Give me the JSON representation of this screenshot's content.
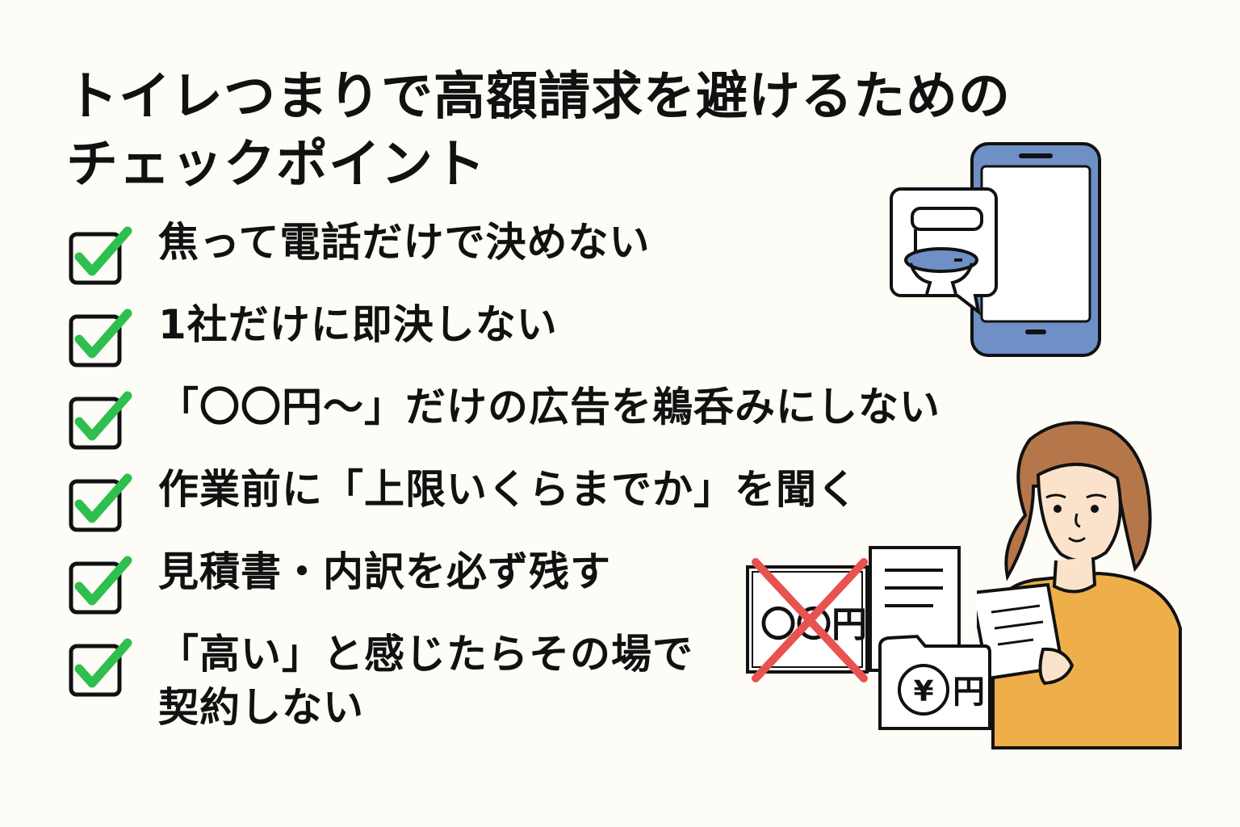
{
  "title": {
    "line1": "トイレつまりで高額請求を避けるための",
    "line2": "チェックポイント"
  },
  "checklist": [
    {
      "text": "焦って電話だけで決めない"
    },
    {
      "text": "1社だけに即決しない"
    },
    {
      "text": "「〇〇円〜」だけの広告を鵜呑みにしない"
    },
    {
      "text": "作業前に「上限いくらまでか」を聞く"
    },
    {
      "text": "見積書・内訳を必ず残す"
    },
    {
      "line1": "「高い」と感じたらその場で",
      "line2": "契約しない"
    }
  ],
  "illustrations": {
    "price_ad_text": "〇〇円",
    "yen_doc_symbol": "¥",
    "yen_doc_text": "円"
  },
  "colors": {
    "background": "#fdfcf6",
    "check": "#2ebf4f",
    "phone": "#6f8fc7",
    "cross": "#e8524f",
    "sweater": "#eeae4a",
    "hair": "#b5774a",
    "skin": "#fbe3cb"
  }
}
